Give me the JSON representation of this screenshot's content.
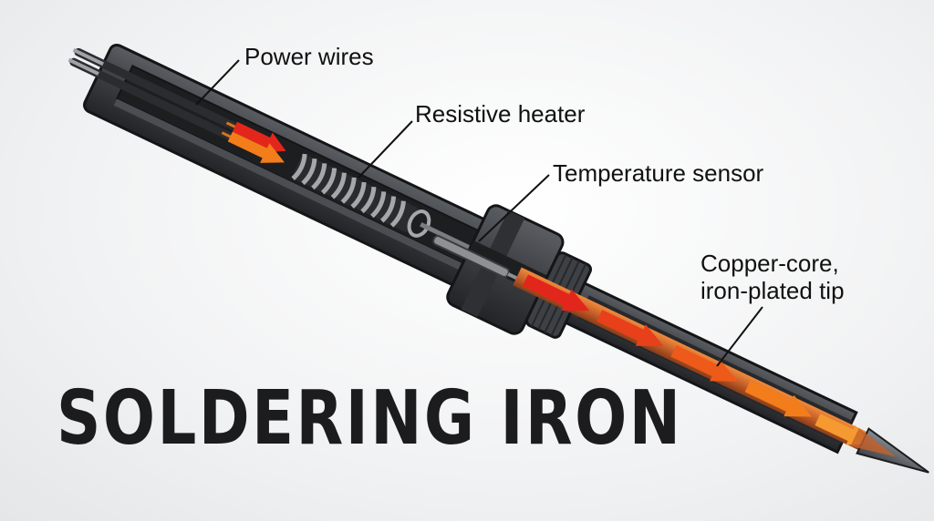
{
  "title": "SOLDERING IRON",
  "labels": {
    "power_wires": "Power wires",
    "resistive_heater": "Resistive heater",
    "temperature_sensor": "Temperature sensor",
    "tip_line1": "Copper-core,",
    "tip_line2": "iron-plated tip"
  },
  "colors": {
    "housing": "#3b3d41",
    "housing_dark": "#26282b",
    "housing_light": "#55585d",
    "coil": "#9a9c9f",
    "heat_red": "#e3261c",
    "heat_orange": "#f27d1a",
    "copper": "#c7612a",
    "tip": "#5f6166"
  }
}
